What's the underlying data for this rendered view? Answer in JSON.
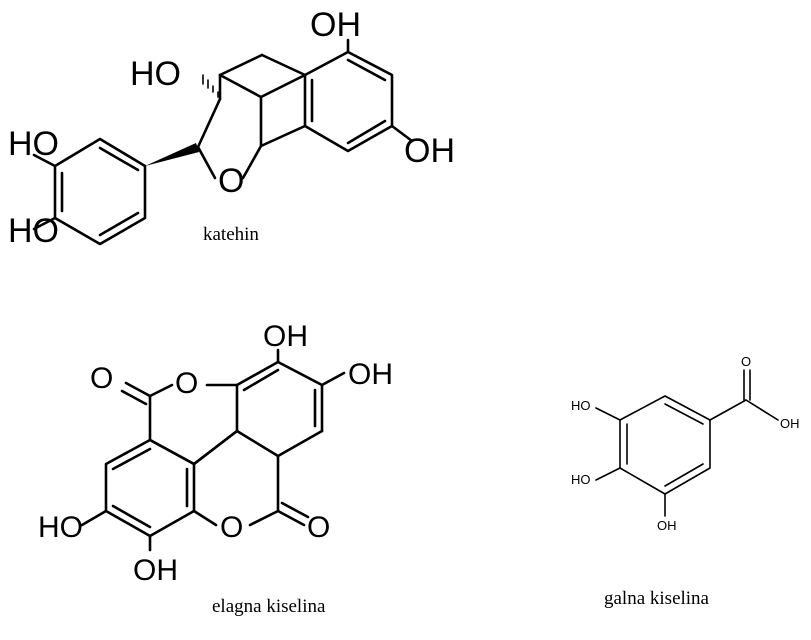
{
  "molecules": {
    "catechin": {
      "name": "katehin",
      "labels": {
        "oh_top": "OH",
        "ho_chiral": "HO",
        "ring_o": "O",
        "oh_right": "OH",
        "ho_upper_left": "HO",
        "ho_lower_left": "HO"
      }
    },
    "ellagic_acid": {
      "name": "elagna kiselina",
      "labels": {
        "oh_top": "OH",
        "oh_right": "OH",
        "carbonyl_o_top": "O",
        "ring_o_top": "O",
        "ring_o_bottom": "O",
        "carbonyl_o_bottom": "O",
        "ho_left": "HO",
        "oh_bottom": "OH"
      }
    },
    "gallic_acid": {
      "name": "galna kiselina",
      "labels": {
        "carbonyl_o": "O",
        "oh_acid": "OH",
        "ho_top": "HO",
        "ho_mid": "HO",
        "oh_bottom": "OH"
      }
    }
  }
}
